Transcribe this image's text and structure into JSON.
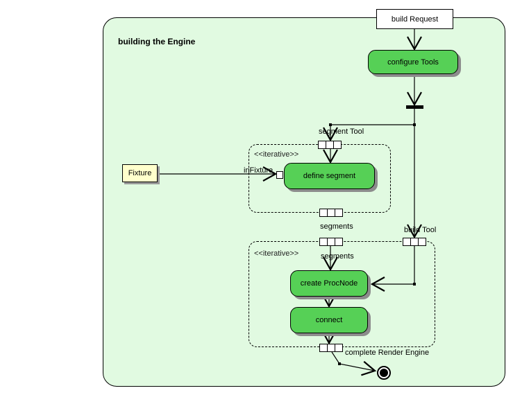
{
  "frame": {
    "title": "building the Engine"
  },
  "nodes": {
    "build_request": {
      "label": "build Request"
    },
    "configure_tools": {
      "label": "configure Tools"
    },
    "define_segment": {
      "label": "define segment"
    },
    "create_proc_node": {
      "label": "create ProcNode"
    },
    "connect": {
      "label": "connect"
    }
  },
  "note": {
    "label": "Fixture"
  },
  "regions": {
    "define_loop": {
      "stereotype": "<<iterative>>"
    },
    "build_loop": {
      "stereotype": "<<iterative>>"
    }
  },
  "labels": {
    "segment_tool": "segment Tool",
    "in_fixture": "inFixture",
    "segments_out": "segments",
    "build_tool": "build Tool",
    "segments_in": "segments",
    "complete_render_engine": "complete Render Engine"
  },
  "colors": {
    "frame_background": "#e1fae1",
    "action_fill": "#56d056",
    "note_fill": "#ffffcc",
    "shadow": "#8c8c8c",
    "line": "#000000"
  }
}
